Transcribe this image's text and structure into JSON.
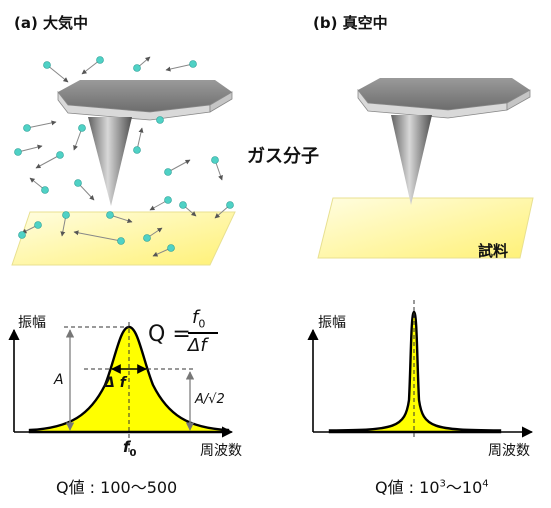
{
  "panel_a": {
    "title": "(a) 大気中",
    "gas_label": "ガス分子",
    "y_axis_label": "振幅",
    "x_axis_label": "周波数",
    "amplitude_label": "A",
    "half_amplitude_label": "A/√2",
    "delta_f_label": "Δ f",
    "f0_label": "f",
    "f0_subscript": "0",
    "q_formula": {
      "lhs": "Q",
      "numerator": "f",
      "numerator_subscript": "0",
      "denominator": "Δf"
    },
    "q_value": "Q値 : 100〜500"
  },
  "panel_b": {
    "title": "(b) 真空中",
    "sample_label": "試料",
    "y_axis_label": "振幅",
    "x_axis_label": "周波数",
    "q_value_prefix": "Q値 : 10",
    "q_value_exp1": "3",
    "q_value_mid": "〜10",
    "q_value_exp2": "4"
  },
  "colors": {
    "molecule": "#4fd1c5",
    "sample": "#fff59d",
    "peak_fill": "#ffff00",
    "cantilever": "#8a8a8a"
  }
}
